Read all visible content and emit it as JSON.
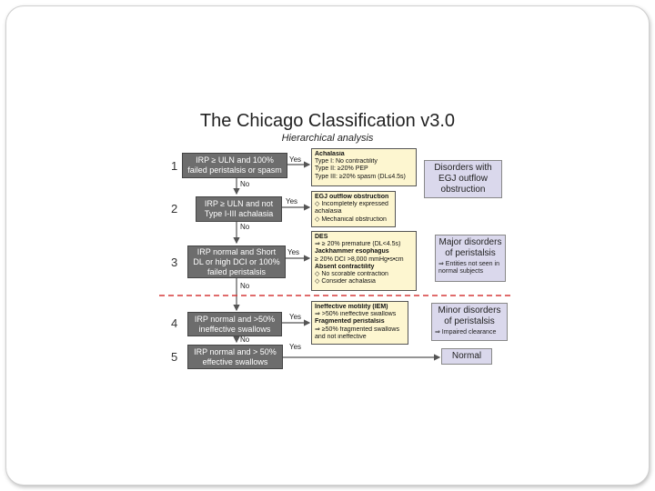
{
  "title": "The Chicago Classification v3.0",
  "subtitle": "Hierarchical analysis",
  "steps": [
    "1",
    "2",
    "3",
    "4",
    "5"
  ],
  "decisions": [
    "IRP ≥ ULN and 100% failed peristalsis or spasm",
    "IRP ≥ ULN and not Type I-III achalasia",
    "IRP normal and Short DL or high DCI or 100% failed peristalsis",
    "IRP normal and >50% ineffective swallows",
    "IRP normal and > 50% effective swallows"
  ],
  "yes_label": "Yes",
  "no_label": "No",
  "outcomes": [
    {
      "lines": [
        {
          "t": "Achalasia",
          "b": true
        },
        {
          "t": "Type I: No contractility"
        },
        {
          "t": "Type II: ≥20% PEP"
        },
        {
          "t": "Type III: ≥20% spasm (DL≤4.5s)"
        }
      ]
    },
    {
      "lines": [
        {
          "t": "EGJ outflow obstruction",
          "b": true
        },
        {
          "t": "◇ Incompletely expressed"
        },
        {
          "t": "   achalasia"
        },
        {
          "t": "◇ Mechanical obstruction"
        }
      ]
    },
    {
      "lines": [
        {
          "t": "DES",
          "b": true
        },
        {
          "t": "⇒ ≥ 20% premature (DL<4.5s)"
        },
        {
          "t": "Jackhammer esophagus",
          "b": true
        },
        {
          "t": "≥ 20% DCI >8,000 mmHg•s•cm"
        },
        {
          "t": "Absent contractility",
          "b": true
        },
        {
          "t": "◇ No scorable contraction"
        },
        {
          "t": "◇ Consider achalasia"
        }
      ]
    },
    {
      "lines": [
        {
          "t": "Ineffective motility (IEM)",
          "b": true
        },
        {
          "t": "⇒ >50% ineffective swallows"
        },
        {
          "t": "Fragmented peristalsis",
          "b": true
        },
        {
          "t": "⇒ ≥50% fragmented swallows"
        },
        {
          "t": "   and not ineffective"
        }
      ]
    }
  ],
  "categories": [
    {
      "heading": "Disorders with EGJ outflow obstruction",
      "note": ""
    },
    {
      "heading": "Major disorders of peristalsis",
      "note": "⇒ Entities not seen in normal subjects"
    },
    {
      "heading": "Minor disorders of peristalsis",
      "note": "⇒ Impaired clearance"
    },
    {
      "heading": "Normal",
      "note": ""
    }
  ]
}
